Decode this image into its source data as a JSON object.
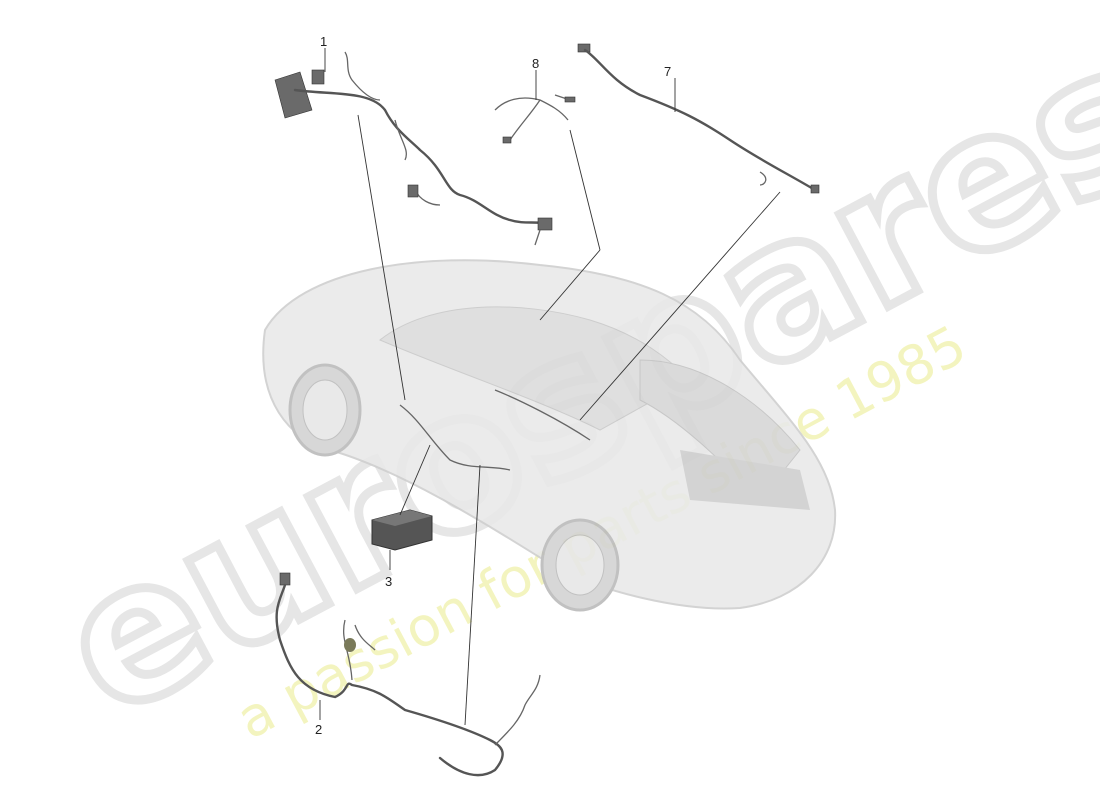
{
  "diagram": {
    "callouts": [
      {
        "id": "1",
        "label": "1"
      },
      {
        "id": "2",
        "label": "2"
      },
      {
        "id": "3",
        "label": "3"
      },
      {
        "id": "7",
        "label": "7"
      },
      {
        "id": "8",
        "label": "8"
      }
    ],
    "parts": [
      "wiring-harness-front",
      "wiring-harness-door",
      "control-unit",
      "wiring-harness-rear",
      "wiring-harness-roof"
    ]
  },
  "watermark": {
    "logo": "eurospares",
    "tagline": "a passion for parts since 1985",
    "colors": {
      "logo": "#e6e6e6",
      "tagline": "#f1f2b0"
    }
  }
}
